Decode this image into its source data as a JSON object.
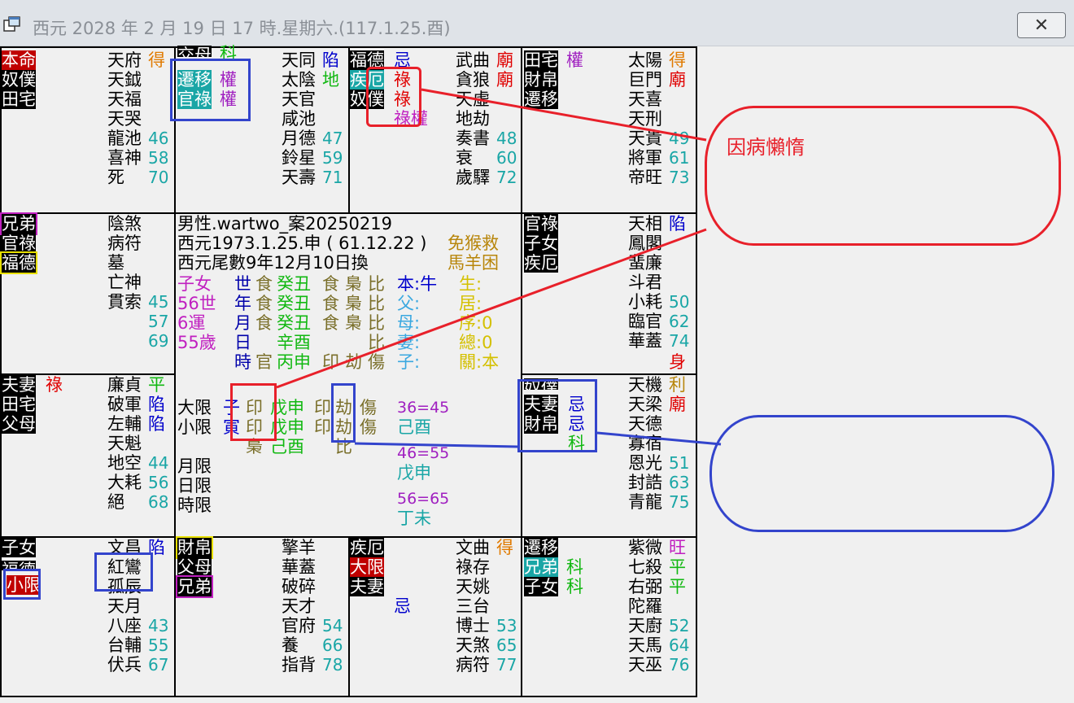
{
  "window": {
    "title": "西元 2028 年 2 月 19 日 17 時.星期六.(117.1.25.酉)"
  },
  "palaces": [
    {
      "labels": [
        "本命",
        "奴僕",
        "田宅"
      ],
      "stars": [
        [
          "天府",
          "得"
        ],
        [
          "天鉞",
          ""
        ],
        [
          "天福",
          ""
        ],
        [
          "天哭",
          ""
        ],
        [
          "龍池",
          "46"
        ],
        [
          "喜神",
          "58"
        ],
        [
          "死",
          "70"
        ]
      ]
    },
    {
      "labels": [
        "交母",
        "遷移",
        "官祿"
      ],
      "tags": [
        "科",
        "權",
        "權"
      ],
      "stars": [
        [
          "天同",
          "陷"
        ],
        [
          "太陰",
          "地"
        ],
        [
          "天官",
          ""
        ],
        [
          "咸池",
          ""
        ],
        [
          "月德",
          "47"
        ],
        [
          "鈴星",
          "59"
        ],
        [
          "天壽",
          "71"
        ]
      ]
    },
    {
      "labels": [
        "福德",
        "疾厄",
        "奴僕"
      ],
      "tags": [
        "忌",
        "祿",
        "祿",
        "祿權"
      ],
      "stars": [
        [
          "武曲",
          "廟"
        ],
        [
          "貪狼",
          "廟"
        ],
        [
          "天虛",
          ""
        ],
        [
          "地劫",
          ""
        ],
        [
          "奏書",
          "48"
        ],
        [
          "衰",
          "60"
        ],
        [
          "歲驛",
          "72"
        ]
      ]
    },
    {
      "labels": [
        "田宅",
        "財帛",
        "遷移"
      ],
      "tags": [
        "權"
      ],
      "stars": [
        [
          "太陽",
          "得"
        ],
        [
          "巨門",
          "廟"
        ],
        [
          "天喜",
          ""
        ],
        [
          "天刑",
          ""
        ],
        [
          "天貴",
          "49"
        ],
        [
          "將軍",
          "61"
        ],
        [
          "帝旺",
          "73"
        ]
      ]
    },
    {
      "labels": [
        "兄弟",
        "官祿",
        "福德"
      ],
      "stars": [
        [
          "陰煞",
          ""
        ],
        [
          "病符",
          ""
        ],
        [
          "墓",
          ""
        ],
        [
          "亡神",
          ""
        ],
        [
          "貫索",
          "45"
        ],
        [
          "",
          "57"
        ],
        [
          "",
          "69"
        ]
      ]
    },
    {
      "labels": [
        "官祿",
        "子女",
        "疾厄"
      ],
      "stars": [
        [
          "天相",
          "陷"
        ],
        [
          "鳳閣",
          ""
        ],
        [
          "蜚廉",
          ""
        ],
        [
          "斗君",
          ""
        ],
        [
          "小耗",
          "50"
        ],
        [
          "臨官",
          "62"
        ],
        [
          "華蓋",
          "74"
        ]
      ],
      "body_mark": "身"
    },
    {
      "labels": [
        "夫妻",
        "田宅",
        "父母"
      ],
      "tags": [
        "祿"
      ],
      "stars": [
        [
          "廉貞",
          "平"
        ],
        [
          "破軍",
          "陷"
        ],
        [
          "左輔",
          "陷"
        ],
        [
          "天魁",
          ""
        ],
        [
          "地空",
          "44"
        ],
        [
          "大耗",
          "56"
        ],
        [
          "絕",
          "68"
        ]
      ]
    },
    {
      "labels": [
        "奴僕",
        "夫妻",
        "財帛"
      ],
      "tags": [
        "忌",
        "忌",
        "科"
      ],
      "stars": [
        [
          "天機",
          "利"
        ],
        [
          "天梁",
          "廟"
        ],
        [
          "天德",
          ""
        ],
        [
          "寡宿",
          ""
        ],
        [
          "恩光",
          "51"
        ],
        [
          "封誥",
          "63"
        ],
        [
          "青龍",
          "75"
        ]
      ]
    },
    {
      "labels": [
        "子女",
        "福德",
        "小限"
      ],
      "stars": [
        [
          "文昌",
          "陷"
        ],
        [
          "紅鸞",
          ""
        ],
        [
          "孤辰",
          ""
        ],
        [
          "天月",
          ""
        ],
        [
          "八座",
          "43"
        ],
        [
          "台輔",
          "55"
        ],
        [
          "伏兵",
          "67"
        ]
      ]
    },
    {
      "labels": [
        "財帛",
        "父母",
        "兄弟"
      ],
      "stars": [
        [
          "擎羊",
          ""
        ],
        [
          "華蓋",
          ""
        ],
        [
          "破碎",
          ""
        ],
        [
          "天才",
          ""
        ],
        [
          "官府",
          "54"
        ],
        [
          "養",
          "66"
        ],
        [
          "指背",
          "78"
        ]
      ]
    },
    {
      "labels": [
        "疾厄",
        "大限",
        "夫妻"
      ],
      "tags": [
        "忌"
      ],
      "stars": [
        [
          "文曲",
          "得"
        ],
        [
          "祿存",
          ""
        ],
        [
          "天姚",
          ""
        ],
        [
          "三台",
          ""
        ],
        [
          "博士",
          "53"
        ],
        [
          "天煞",
          "65"
        ],
        [
          "病符",
          "77"
        ]
      ]
    },
    {
      "labels": [
        "遷移",
        "兄弟",
        "子女"
      ],
      "tags": [
        "科",
        "科"
      ],
      "stars": [
        [
          "紫微",
          "旺"
        ],
        [
          "七殺",
          "平"
        ],
        [
          "右弼",
          "平"
        ],
        [
          "陀羅",
          ""
        ],
        [
          "天廚",
          "52"
        ],
        [
          "天馬",
          "64"
        ],
        [
          "天巫",
          "76"
        ]
      ]
    }
  ],
  "center": {
    "line1": "男性.wartwo_案20250219",
    "line2": "西元1973.1.25.申 ( 61.12.22 )",
    "line3": "西元尾數9年12月10日換",
    "side1": "免猴救",
    "side2": "馬羊困",
    "age": [
      "子女",
      "56世",
      "6運",
      "55歲"
    ],
    "pillars": [
      [
        "世",
        "食",
        "癸丑",
        "食",
        "梟",
        "比"
      ],
      [
        "年",
        "食",
        "癸丑",
        "食",
        "梟",
        "比"
      ],
      [
        "月",
        "食",
        "癸丑",
        "食",
        "梟",
        "比"
      ],
      [
        "日",
        "",
        "辛酉",
        "",
        "",
        "比"
      ],
      [
        "時",
        "官",
        "丙申",
        "印",
        "劫",
        "傷"
      ]
    ],
    "relations": [
      "本:牛",
      "父:",
      "母:",
      "妻:",
      "子:"
    ],
    "fate": [
      "生:",
      "居:",
      "序:0",
      "總:0",
      "關:本"
    ],
    "daxian": [
      "大限",
      "子",
      "印",
      "戊申",
      "印",
      "劫",
      "傷"
    ],
    "xiaoxian": [
      "小限",
      "寅",
      "印",
      "戊申",
      "印",
      "劫",
      "傷"
    ],
    "row3": [
      "梟",
      "己酉",
      "比"
    ],
    "limits": [
      "月限",
      "日限",
      "時限"
    ],
    "ranges": [
      "36=45",
      "己酉",
      "46=55",
      "戊申",
      "56=65",
      "丁未"
    ]
  },
  "note": {
    "text": "因病懶惰"
  },
  "colors": {
    "red_ann": "#e8202a",
    "blue_ann": "#3344cc"
  }
}
